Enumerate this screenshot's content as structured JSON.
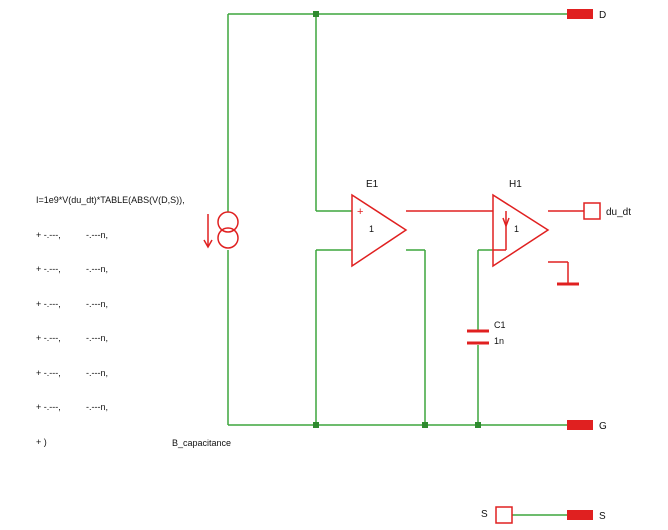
{
  "expression": {
    "header": "I=1e9*V(du_dt)*TABLE(ABS(V(D,S)),",
    "rows": [
      [
        "+ -.---,",
        "-.---n,"
      ],
      [
        "+ -.---,",
        "-.---n,"
      ],
      [
        "+ -.---,",
        "-.---n,"
      ],
      [
        "+ -.---,",
        "-.---n,"
      ],
      [
        "+ -.---,",
        "-.---n,"
      ],
      [
        "+ -.---,",
        "-.---n,"
      ]
    ],
    "footer": "+ )"
  },
  "source_label": "B_capacitance",
  "ports": {
    "D": "D",
    "G": "G",
    "S_left": "S",
    "S_right": "S",
    "du_dt": "du_dt"
  },
  "components": {
    "E1": {
      "name": "E1",
      "gain": "1",
      "plus": "+"
    },
    "H1": {
      "name": "H1",
      "gain": "1"
    },
    "C1": {
      "name": "C1",
      "value": "1n"
    }
  },
  "colors": {
    "wire": "#3da63d",
    "component": "#e02020",
    "junction": "#2e8b2e",
    "port_fill": "#e02020",
    "text": "#111111"
  }
}
